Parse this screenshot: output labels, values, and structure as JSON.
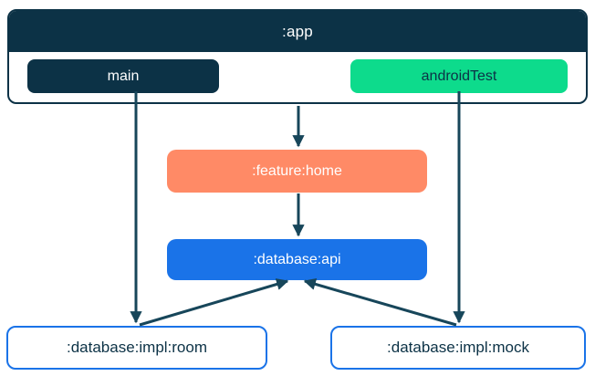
{
  "diagram": {
    "type": "module-dependency-graph",
    "nodes": {
      "app": ":app",
      "main": "main",
      "android_test": "androidTest",
      "feature_home": ":feature:home",
      "database_api": ":database:api",
      "database_impl_room": ":database:impl:room",
      "database_impl_mock": ":database:impl:mock"
    },
    "edges": [
      {
        "from": "main",
        "to": ":database:impl:room"
      },
      {
        "from": ":app",
        "to": ":feature:home"
      },
      {
        "from": ":feature:home",
        "to": ":database:api"
      },
      {
        "from": "androidTest",
        "to": ":database:impl:mock"
      },
      {
        "from": ":database:impl:room",
        "to": ":database:api"
      },
      {
        "from": ":database:impl:mock",
        "to": ":database:api"
      }
    ],
    "colors": {
      "navy": "#0c3246",
      "green": "#0ddb8c",
      "orange": "#ff8a66",
      "blue": "#1a73e8",
      "arrow_line": "#17465a",
      "white": "#ffffff"
    }
  }
}
